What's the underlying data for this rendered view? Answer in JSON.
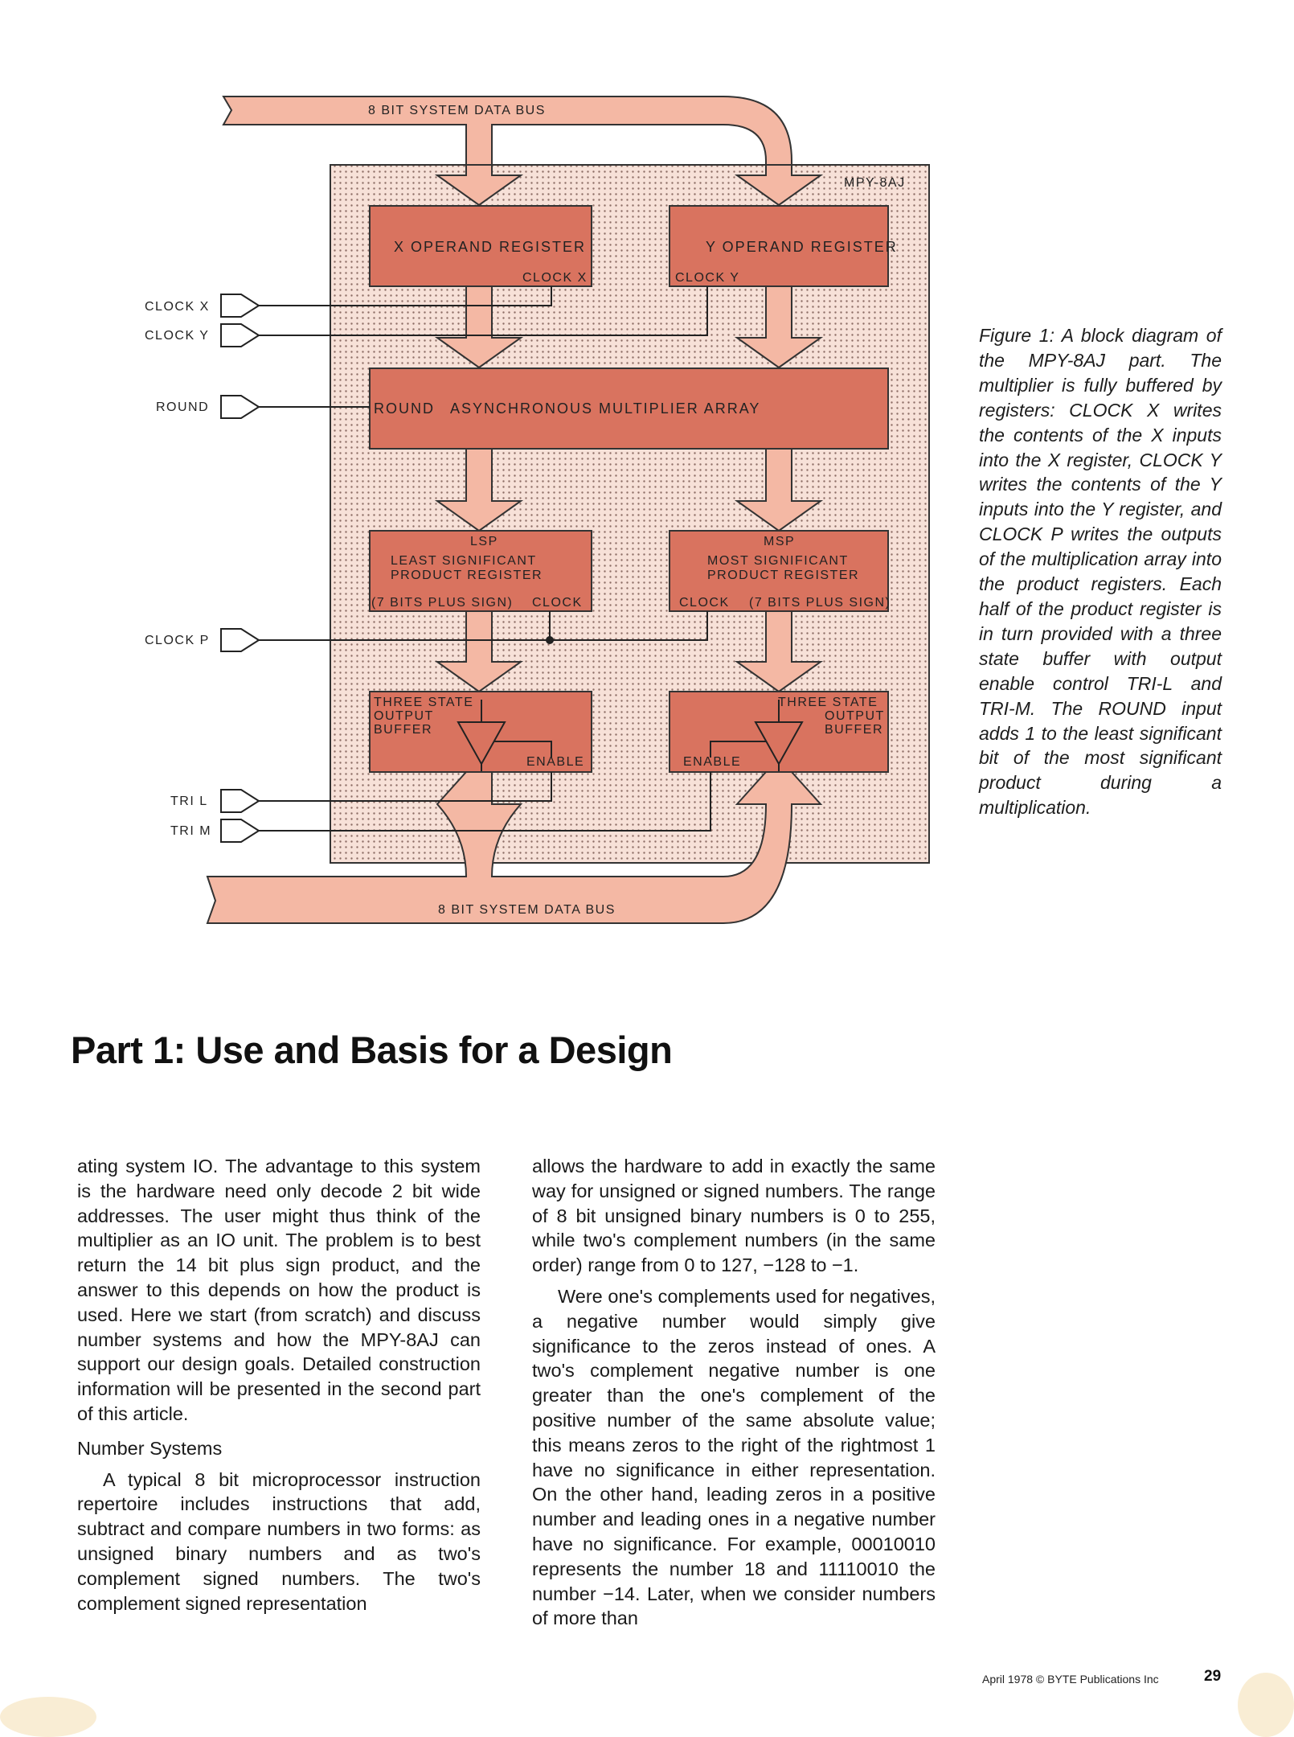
{
  "diagram": {
    "top_bus_label": "8 BIT SYSTEM DATA BUS",
    "bottom_bus_label": "8 BIT SYSTEM DATA BUS",
    "chip_label": "MPY-8AJ",
    "x_reg": {
      "title": "X OPERAND REGISTER",
      "clock": "CLOCK X"
    },
    "y_reg": {
      "title": "Y OPERAND REGISTER",
      "clock": "CLOCK Y"
    },
    "multiplier": {
      "round": "ROUND",
      "title": "ASYNCHRONOUS MULTIPLIER ARRAY"
    },
    "lsp": {
      "line1": "LSP",
      "line2": "LEAST SIGNIFICANT",
      "line3": "PRODUCT REGISTER",
      "bits": "(7 BITS PLUS SIGN)",
      "clock": "CLOCK"
    },
    "msp": {
      "line1": "MSP",
      "line2": "MOST SIGNIFICANT",
      "line3": "PRODUCT REGISTER",
      "clock": "CLOCK",
      "bits": "(7 BITS PLUS SIGN)"
    },
    "buf_left": {
      "line1": "THREE STATE",
      "line2": "OUTPUT",
      "line3": "BUFFER",
      "enable": "ENABLE"
    },
    "buf_right": {
      "line1": "THREE STATE",
      "line2": "OUTPUT",
      "line3": "BUFFER",
      "enable": "ENABLE"
    },
    "inputs": {
      "clock_x": "CLOCK X",
      "clock_y": "CLOCK Y",
      "round": "ROUND",
      "clock_p": "CLOCK P",
      "tri_l": "TRI L",
      "tri_m": "TRI M"
    },
    "colors": {
      "register": "#d9735f",
      "arrow": "#f4b8a4",
      "chip_bg": "#f6ddd4"
    }
  },
  "caption": "Figure 1: A block diagram of the MPY-8AJ part. The multiplier is fully buffered by registers: CLOCK X writes the contents of the X inputs into the X register, CLOCK Y writes the contents of the Y inputs into the Y register, and CLOCK P writes the outputs of the multiplication array into the product registers. Each half of the product register is in turn provided with a three state buffer with output enable control TRI-L and TRI-M. The ROUND input adds 1 to the least significant bit of the most significant product during a multiplication.",
  "headline": "Part 1: Use and Basis for a Design",
  "left_col": {
    "p1": "ating system IO. The advantage to this system is the hardware need only decode 2 bit wide addresses. The user might thus think of the multiplier as an IO unit. The problem is to best return the 14 bit plus sign product, and the answer to this depends on how the product is used. Here we start (from scratch) and discuss number systems and how the MPY-8AJ can support our design goals. Detailed construction information will be presented in the second part of this article.",
    "subhead": "Number Systems",
    "p2": "A typical 8 bit microprocessor instruction repertoire includes instructions that add, subtract and compare numbers in two forms: as unsigned binary numbers and as two's complement signed numbers. The two's complement signed representation"
  },
  "right_col": {
    "p1": "allows the hardware to add in exactly the same way for unsigned or signed numbers. The range of 8 bit unsigned binary numbers is 0 to 255, while two's complement numbers (in the same order) range from 0 to 127, −128 to −1.",
    "p2": "Were one's complements used for negatives, a negative number would simply give significance to the zeros instead of ones. A two's complement negative number is one greater than the one's complement of the positive number of the same absolute value; this means zeros to the right of the rightmost 1 have no significance in either representation. On the other hand, leading zeros in a positive number and leading ones in a negative number have no significance. For example, 00010010 represents the number 18 and 11110010 the number −14. Later, when we consider numbers of more than"
  },
  "footer": "April 1978 © BYTE Publications Inc",
  "page_number": "29"
}
